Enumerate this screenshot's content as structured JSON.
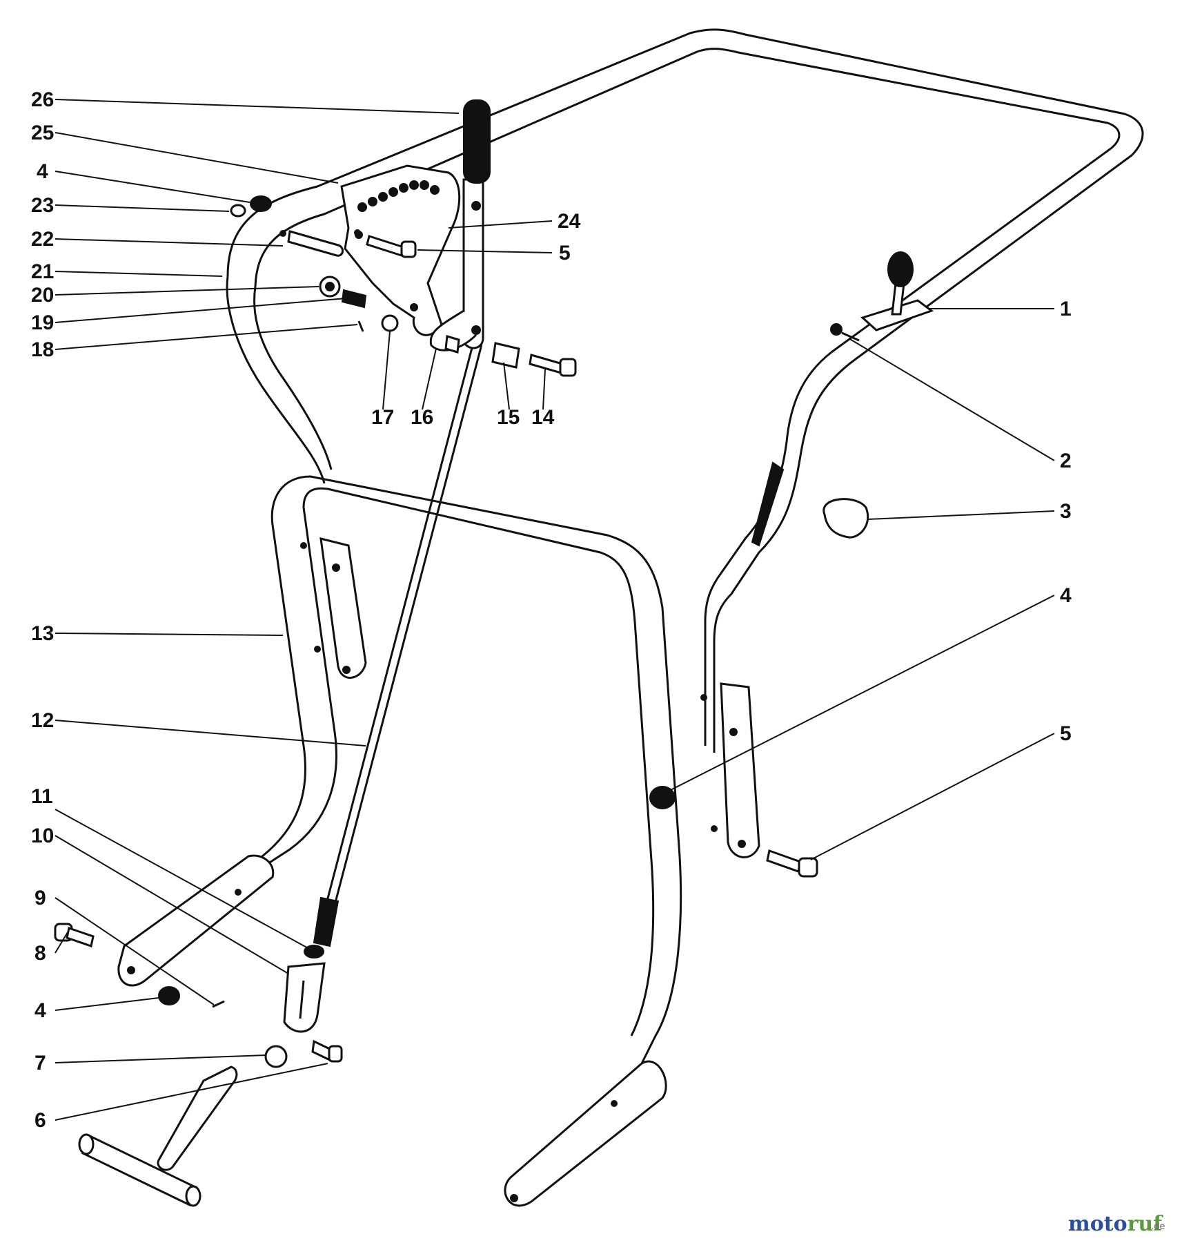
{
  "callouts": [
    {
      "id": "c26",
      "label": "26"
    },
    {
      "id": "c25",
      "label": "25"
    },
    {
      "id": "c4a",
      "label": "4"
    },
    {
      "id": "c23",
      "label": "23"
    },
    {
      "id": "c22",
      "label": "22"
    },
    {
      "id": "c21",
      "label": "21"
    },
    {
      "id": "c20",
      "label": "20"
    },
    {
      "id": "c19",
      "label": "19"
    },
    {
      "id": "c18",
      "label": "18"
    },
    {
      "id": "c17",
      "label": "17"
    },
    {
      "id": "c16",
      "label": "16"
    },
    {
      "id": "c15",
      "label": "15"
    },
    {
      "id": "c14",
      "label": "14"
    },
    {
      "id": "c24",
      "label": "24"
    },
    {
      "id": "c5a",
      "label": "5"
    },
    {
      "id": "c1",
      "label": "1"
    },
    {
      "id": "c2",
      "label": "2"
    },
    {
      "id": "c3",
      "label": "3"
    },
    {
      "id": "c4b",
      "label": "4"
    },
    {
      "id": "c5b",
      "label": "5"
    },
    {
      "id": "c13",
      "label": "13"
    },
    {
      "id": "c12",
      "label": "12"
    },
    {
      "id": "c11",
      "label": "11"
    },
    {
      "id": "c10",
      "label": "10"
    },
    {
      "id": "c9",
      "label": "9"
    },
    {
      "id": "c8",
      "label": "8"
    },
    {
      "id": "c4c",
      "label": "4"
    },
    {
      "id": "c7",
      "label": "7"
    },
    {
      "id": "c6",
      "label": "6"
    }
  ],
  "watermark": {
    "brand_part1": "moto",
    "brand_part2": "ruf",
    "domain_suffix": ".de",
    "color_blue": "#2b4fa0",
    "color_green": "#5a9a3a"
  }
}
